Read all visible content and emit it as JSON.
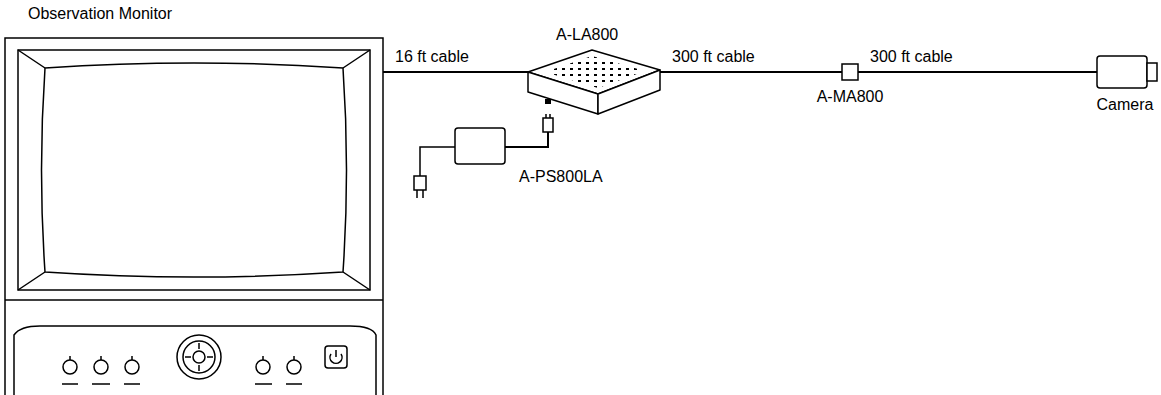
{
  "diagram": {
    "nodes": [
      {
        "text": [
          "Observation Monitor"
        ]
      },
      {
        "text": [
          "A-LA800"
        ]
      },
      {
        "text": [
          "A-MA800"
        ]
      },
      {
        "text": [
          "Camera"
        ]
      },
      {
        "text": [
          "A-PS800LA"
        ]
      }
    ],
    "edges": [
      {
        "from": 0,
        "to": 1,
        "label": "16 ft cable",
        "arrow": "none"
      },
      {
        "from": 1,
        "to": 2,
        "label": "300 ft cable",
        "arrow": "none"
      },
      {
        "from": 2,
        "to": 3,
        "label": "300 ft cable",
        "arrow": "none"
      },
      {
        "from": 4,
        "to": 1,
        "arrow": "none"
      }
    ]
  }
}
